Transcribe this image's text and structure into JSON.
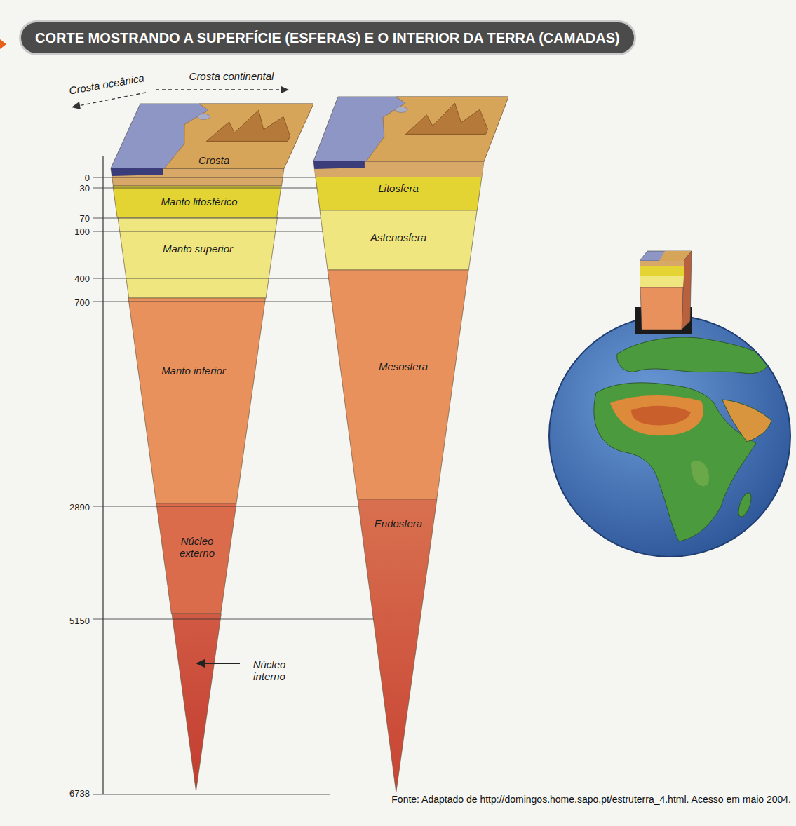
{
  "diagram": {
    "title": "CORTE MOSTRANDO A SUPERFÍCIE (ESFERAS) E O INTERIOR DA TERRA (CAMADAS)",
    "caption": "Fonte: Adaptado de http://domingos.home.sapo.pt/estruterra_4.html. Acesso em maio 2004.",
    "nodes": [
      {
        "text": [
          "Crosta"
        ]
      },
      {
        "text": [
          "Manto litosférico"
        ]
      },
      {
        "text": [
          "Manto superior"
        ]
      },
      {
        "text": [
          "Manto inferior"
        ]
      },
      {
        "text": [
          "Núcleo externo"
        ]
      },
      {
        "text": [
          "Núcleo interno"
        ]
      },
      {
        "text": [
          "Litosfera"
        ]
      },
      {
        "text": [
          "Astenosfera"
        ]
      },
      {
        "text": [
          "Mesosfera"
        ]
      },
      {
        "text": [
          "Endosfera"
        ]
      }
    ],
    "labels": [
      "Crosta oceânica",
      "Crosta continental",
      "0",
      "30",
      "70",
      "100",
      "400",
      "700",
      "2890",
      "5150",
      "6738"
    ]
  }
}
